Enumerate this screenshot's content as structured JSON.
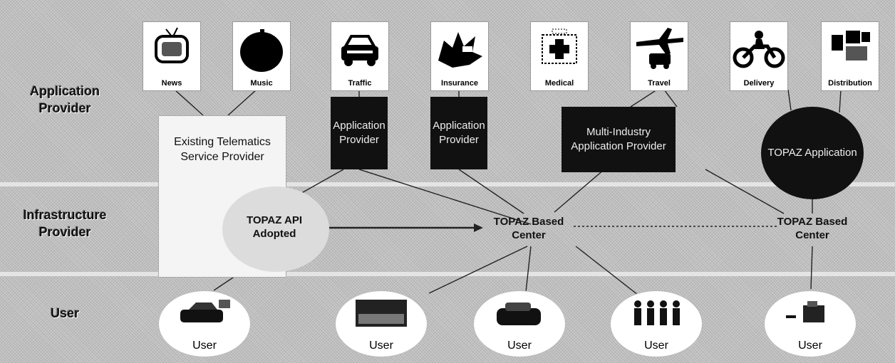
{
  "rows": {
    "application_provider": "Application Provider",
    "infrastructure_provider": "Infrastructure Provider",
    "user": "User"
  },
  "applications": [
    {
      "label": "News",
      "icon": "tv-icon"
    },
    {
      "label": "Music",
      "icon": "music-disc-icon"
    },
    {
      "label": "Traffic",
      "icon": "car-icon"
    },
    {
      "label": "Insurance",
      "icon": "crash-icon"
    },
    {
      "label": "Medical",
      "icon": "first-aid-kit-icon"
    },
    {
      "label": "Travel",
      "icon": "plane-car-icon"
    },
    {
      "label": "Delivery",
      "icon": "motorcycle-icon"
    },
    {
      "label": "Distribution",
      "icon": "boxes-icon"
    }
  ],
  "providers": {
    "existing": "Existing Telematics Service Provider",
    "app_provider_1": "Application Provider",
    "app_provider_2": "Application Provider",
    "multi_industry": "Multi-Industry Application Provider",
    "topaz_application": "TOPAZ Application"
  },
  "infrastructure": {
    "api_adopted": "TOPAZ API Adopted",
    "based_center_1": "TOPAZ Based Center",
    "based_center_2": "TOPAZ Based Center"
  },
  "users": [
    "User",
    "User",
    "User",
    "User",
    "User"
  ]
}
